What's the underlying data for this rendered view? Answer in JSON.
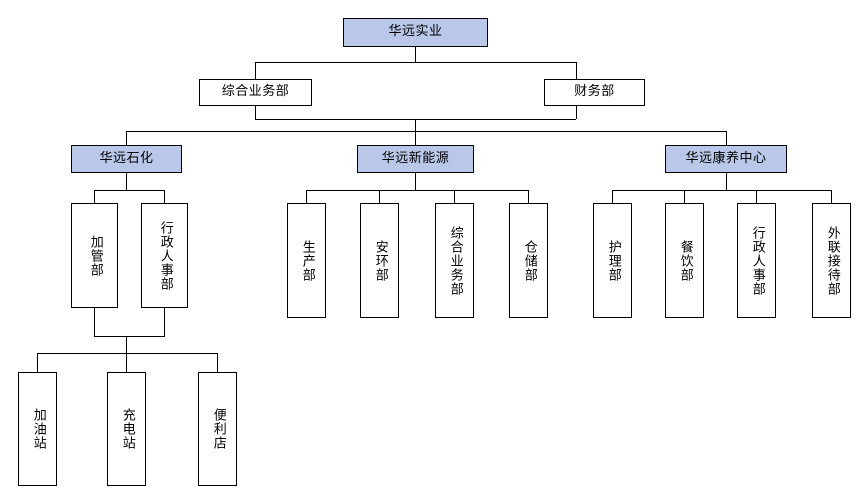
{
  "diagram": {
    "title": "华远实业",
    "type": "org-chart",
    "colors": {
      "accent_fill": "#b9c7e8",
      "plain_fill": "#ffffff",
      "line": "#000000",
      "text": "#000000",
      "background": "#ffffff"
    }
  },
  "levels": {
    "root": {
      "label": "华远实业",
      "fill": "accent"
    },
    "staff": [
      {
        "label": "综合业务部",
        "fill": "plain"
      },
      {
        "label": "财务部",
        "fill": "plain"
      }
    ],
    "subsidiaries": [
      {
        "label": "华远石化",
        "fill": "accent"
      },
      {
        "label": "华远新能源",
        "fill": "accent"
      },
      {
        "label": "华远康养中心",
        "fill": "accent"
      }
    ],
    "petrochem_departments": [
      {
        "label": "加管部",
        "fill": "plain"
      },
      {
        "label": "行政人事部",
        "fill": "plain"
      }
    ],
    "petrochem_outlets": [
      {
        "label": "加油站",
        "fill": "plain"
      },
      {
        "label": "充电站",
        "fill": "plain"
      },
      {
        "label": "便利店",
        "fill": "plain"
      }
    ],
    "newenergy_departments": [
      {
        "label": "生产部",
        "fill": "plain"
      },
      {
        "label": "安环部",
        "fill": "plain"
      },
      {
        "label": "综合业务部",
        "fill": "plain"
      },
      {
        "label": "仓储部",
        "fill": "plain"
      }
    ],
    "healthcare_departments": [
      {
        "label": "护理部",
        "fill": "plain"
      },
      {
        "label": "餐饮部",
        "fill": "plain"
      },
      {
        "label": "行政人事部",
        "fill": "plain"
      },
      {
        "label": "外联接待部",
        "fill": "plain"
      }
    ]
  }
}
